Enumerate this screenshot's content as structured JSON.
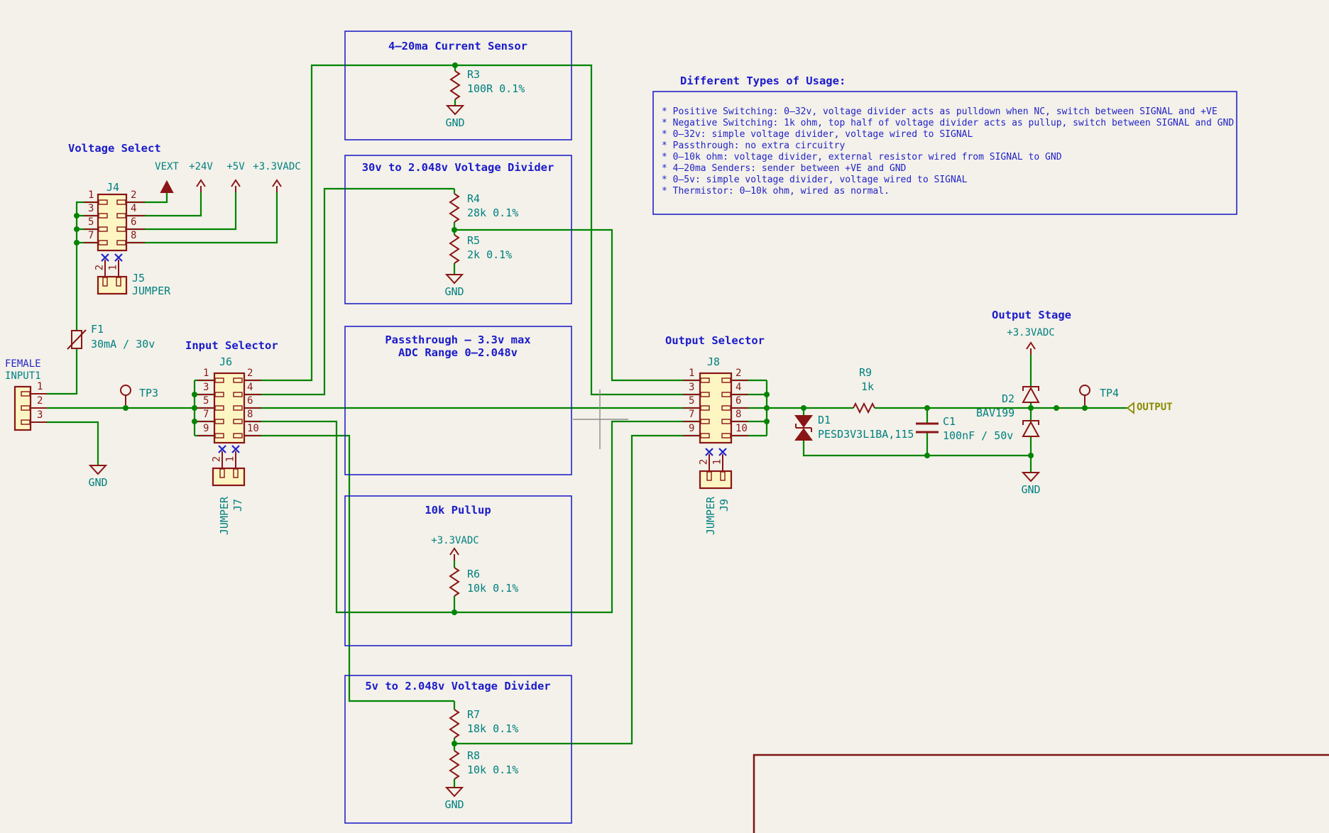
{
  "sections": {
    "voltage_select": "Voltage Select",
    "input_selector": "Input Selector",
    "output_selector": "Output Selector",
    "output_stage": "Output Stage"
  },
  "power_rail": {
    "vext": "VEXT",
    "p24v": "+24V",
    "p5v": "+5V",
    "p3v3adc": "+3.3VADC"
  },
  "labels": {
    "gnd": "GND"
  },
  "connectors": {
    "j4": {
      "ref": "J4",
      "left": [
        "1",
        "3",
        "5",
        "7"
      ],
      "right": [
        "2",
        "4",
        "6",
        "8"
      ]
    },
    "j5": {
      "ref": "J5",
      "value": "JUMPER",
      "pins": [
        "2",
        "1"
      ]
    },
    "j6": {
      "ref": "J6",
      "left": [
        "1",
        "3",
        "5",
        "7",
        "9"
      ],
      "right": [
        "2",
        "4",
        "6",
        "8",
        "10"
      ]
    },
    "j7": {
      "ref": "J7",
      "value": "JUMPER",
      "pins": [
        "2",
        "1"
      ]
    },
    "j8": {
      "ref": "J8",
      "left": [
        "1",
        "3",
        "5",
        "7",
        "9"
      ],
      "right": [
        "2",
        "4",
        "6",
        "8",
        "10"
      ]
    },
    "j9": {
      "ref": "J9",
      "value": "JUMPER",
      "pins": [
        "2",
        "1"
      ]
    },
    "input1": {
      "label": "FEMALE",
      "ref": "INPUT1",
      "pins": [
        "1",
        "2",
        "3"
      ]
    }
  },
  "fuse": {
    "ref": "F1",
    "value": "30mA / 30v"
  },
  "testpoints": {
    "tp3": "TP3",
    "tp4": "TP4"
  },
  "boxes": [
    {
      "title": "4–20ma Current Sensor",
      "r_ref": "R3",
      "r_val": "100R 0.1%"
    },
    {
      "title": "30v to 2.048v Voltage Divider",
      "r1_ref": "R4",
      "r1_val": "28k 0.1%",
      "r2_ref": "R5",
      "r2_val": "2k 0.1%"
    },
    {
      "title1": "Passthrough — 3.3v max",
      "title2": "ADC Range 0–2.048v"
    },
    {
      "title": "10k Pullup",
      "rail": "+3.3VADC",
      "r_ref": "R6",
      "r_val": "10k 0.1%"
    },
    {
      "title": "5v to 2.048v Voltage Divider",
      "r1_ref": "R7",
      "r1_val": "18k 0.1%",
      "r2_ref": "R8",
      "r2_val": "10k 0.1%"
    }
  ],
  "usage": {
    "title": "Different Types of Usage:",
    "lines": [
      "* Positive Switching: 0–32v, voltage divider acts as pulldown when NC, switch between SIGNAL and +VE",
      "* Negative Switching: 1k ohm, top half of voltage divider acts as pullup, switch between SIGNAL and GND",
      "* 0–32v: simple voltage divider, voltage wired to SIGNAL",
      "* Passthrough: no extra circuitry",
      "* 0–10k ohm: voltage divider, external resistor wired from SIGNAL to GND",
      "* 4–20ma Senders: sender between +VE and GND",
      "* 0–5v: simple voltage divider, voltage wired to SIGNAL",
      "* Thermistor: 0–10k ohm, wired as normal."
    ]
  },
  "output_stage": {
    "rail": "+3.3VADC",
    "r9_ref": "R9",
    "r9_val": "1k",
    "d1_ref": "D1",
    "d1_val": "PESD3V3L1BA,115",
    "c1_ref": "C1",
    "c1_val": "100nF / 50v",
    "d2_ref": "D2",
    "d2_val": "BAV199",
    "out_label": "OUTPUT"
  },
  "colors": {
    "background": "#F3F1E9",
    "wire": "#008400",
    "symbol": "#8A1515",
    "label": "#008080",
    "title": "#1A1ACB",
    "note": "#2323C8",
    "body_fill": "#FDF6C3",
    "hier_label": "#8A8A00",
    "noconnect": "#2323C8",
    "sheet_border": "#7D1414",
    "crosshair": "#8C8C8C"
  }
}
